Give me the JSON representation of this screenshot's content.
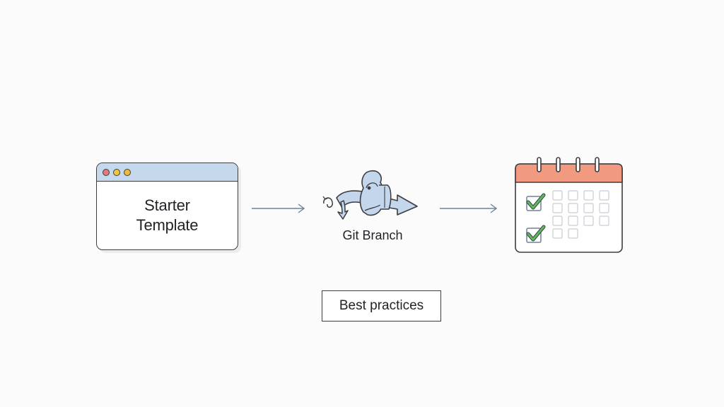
{
  "template_card": {
    "title_line1": "Starter",
    "title_line2": "Template"
  },
  "git_branch": {
    "label": "Git Branch"
  },
  "practices_box": {
    "label": "Best practices"
  },
  "colors": {
    "window_bar": "#c5d8ec",
    "dot_red": "#e5787a",
    "dot_yellow": "#f1c342",
    "git_fill": "#c3d6ec",
    "calendar_header": "#f29a7f",
    "check_green": "#4caf50",
    "arrow": "#6d8299",
    "outline": "#3a3d42"
  },
  "icons": [
    "browser-window-icon",
    "git-branch-icon",
    "calendar-icon",
    "checkmark-icon",
    "arrow-right-icon"
  ]
}
